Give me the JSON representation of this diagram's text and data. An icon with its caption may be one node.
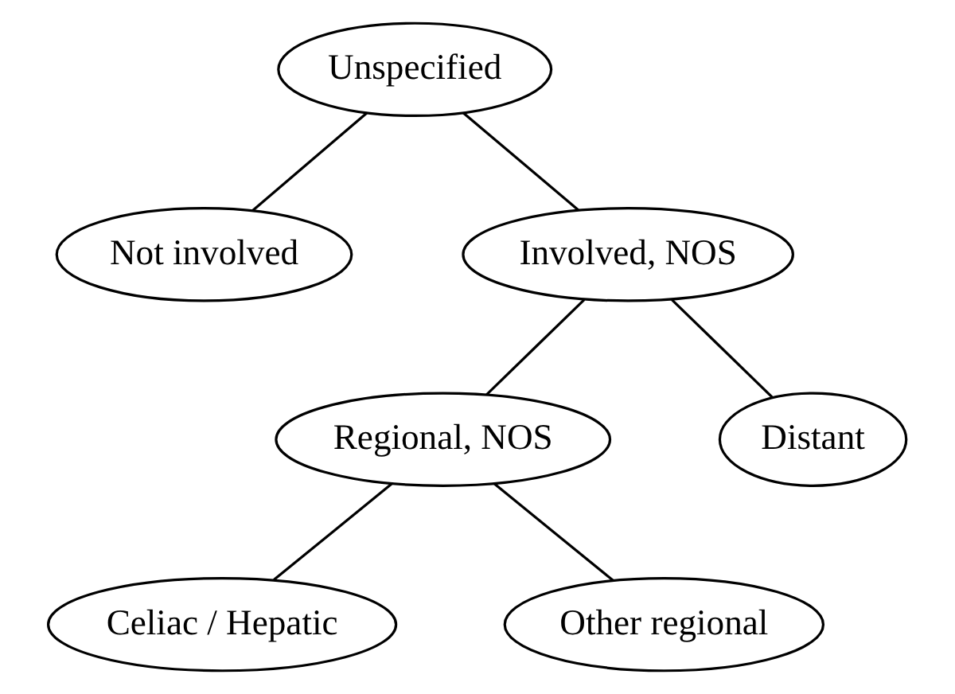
{
  "diagram": {
    "nodes": [
      {
        "text": [
          "Unspecified"
        ]
      },
      {
        "text": [
          "Not involved"
        ]
      },
      {
        "text": [
          "Involved, NOS"
        ]
      },
      {
        "text": [
          "Regional, NOS"
        ]
      },
      {
        "text": [
          "Distant"
        ]
      },
      {
        "text": [
          "Celiac / Hepatic"
        ]
      },
      {
        "text": [
          "Other regional"
        ]
      }
    ],
    "edges": [
      {
        "from": 0,
        "to": 1,
        "arrow": "none"
      },
      {
        "from": 0,
        "to": 2,
        "arrow": "none"
      },
      {
        "from": 2,
        "to": 3,
        "arrow": "none"
      },
      {
        "from": 2,
        "to": 4,
        "arrow": "none"
      },
      {
        "from": 3,
        "to": 5,
        "arrow": "none"
      },
      {
        "from": 3,
        "to": 6,
        "arrow": "none"
      }
    ]
  }
}
